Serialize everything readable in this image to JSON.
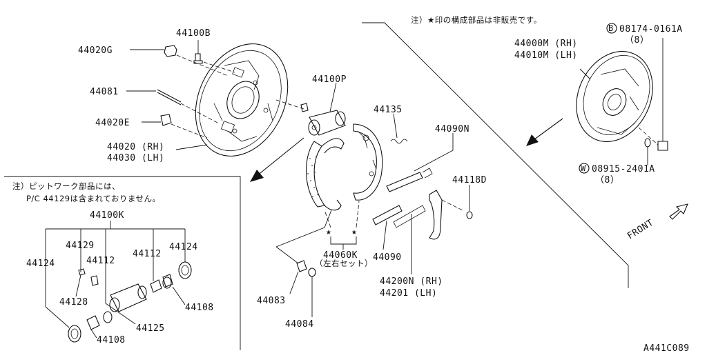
{
  "notes": {
    "top_note": "注）★印の構成部品は非販売です。",
    "box_note_line1": "注）ピットワーク部品には、",
    "box_note_line2": "P/C 44129は含まれておりません。"
  },
  "labels": {
    "p44100B": "44100B",
    "p44020G": "44020G",
    "p44081": "44081",
    "p44020E": "44020E",
    "p44020": "44020 (RH)",
    "p44030": "44030 (LH)",
    "p44100P": "44100P",
    "p44135": "44135",
    "p44090N": "44090N",
    "p44118D": "44118D",
    "p44060K": "44060K",
    "p44060K_sub": "（左右セット）",
    "p44090": "44090",
    "p44200N": "44200N (RH)",
    "p44201": "44201 (LH)",
    "p44083": "44083",
    "p44084": "44084",
    "p44000M": "44000M (RH)",
    "p44010M": "44010M (LH)",
    "p08174_code": "08174-0161A",
    "p08174_qty": "（8）",
    "p08915_code": "08915-2401A",
    "p08915_qty": "（8）",
    "p44100K": "44100K",
    "p44129": "44129",
    "p44124a": "44124",
    "p44112a": "44112",
    "p44112b": "44112",
    "p44124b": "44124",
    "p44128": "44128",
    "p44125": "44125",
    "p44108a": "44108",
    "p44108b": "44108",
    "front": "FRONT",
    "diagram_id": "A441C089"
  },
  "symbols": {
    "bolt_prefix": "B",
    "washer_prefix": "W",
    "star": "★"
  }
}
